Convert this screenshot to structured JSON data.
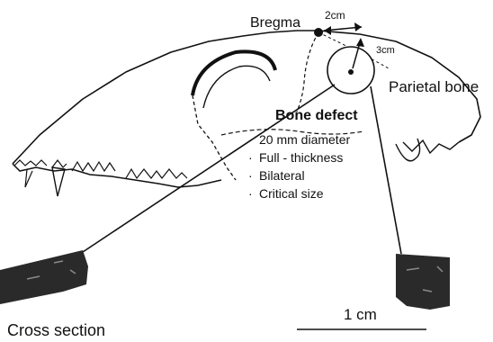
{
  "labels": {
    "bregma": "Bregma",
    "distance_2cm": "2cm",
    "distance_3cm": "3cm",
    "parietal_bone": "Parietal bone",
    "cross_section": "Cross section",
    "scale_bar": "1 cm"
  },
  "bone_defect": {
    "title": "Bone defect",
    "items": [
      "20 mm diameter",
      "Full - thickness",
      "Bilateral",
      "Critical size"
    ]
  },
  "colors": {
    "ink": "#111111",
    "background": "#ffffff",
    "section_dark": "#2a2a2a"
  }
}
